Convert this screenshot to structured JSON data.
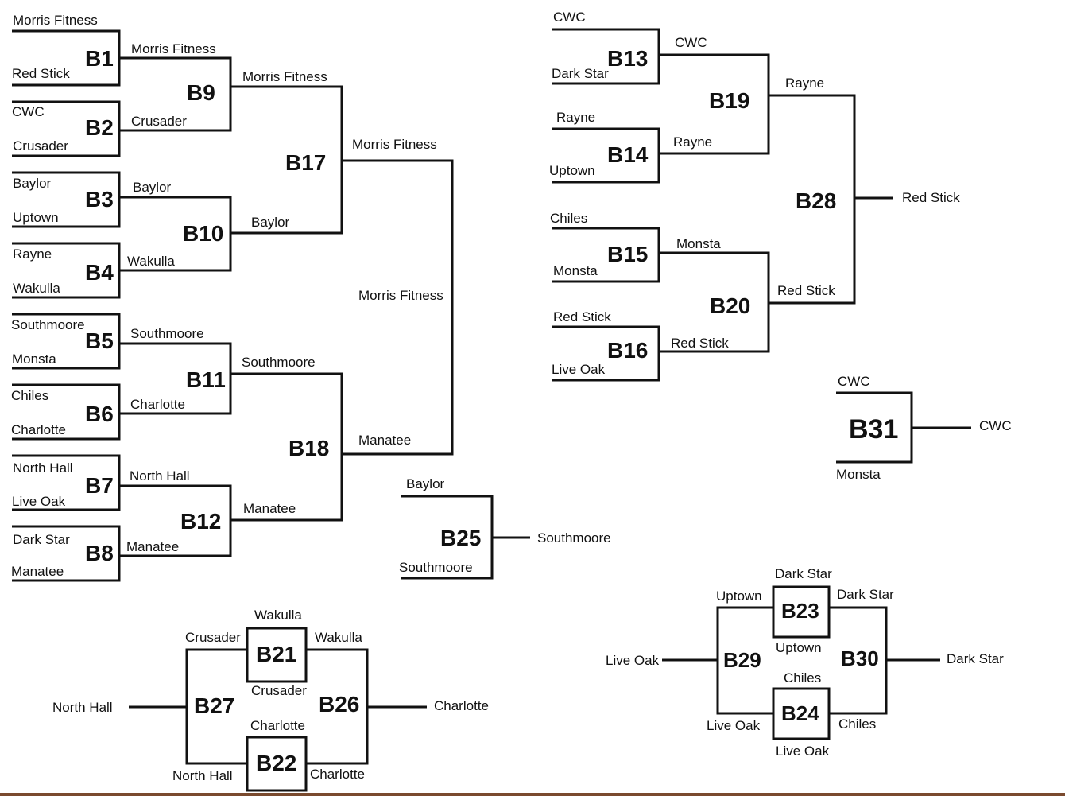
{
  "colors": {
    "line": "#111111",
    "background": "#ffffff",
    "bottom_bar": "#7a4a2e"
  },
  "games": {
    "B1": {
      "label": "B1",
      "top": "Morris Fitness",
      "bottom": "Red Stick",
      "winner": "Morris Fitness"
    },
    "B2": {
      "label": "B2",
      "top": "CWC",
      "bottom": "Crusader",
      "winner": "Crusader"
    },
    "B3": {
      "label": "B3",
      "top": "Baylor",
      "bottom": "Uptown",
      "winner": "Baylor"
    },
    "B4": {
      "label": "B4",
      "top": "Rayne",
      "bottom": "Wakulla",
      "winner": "Wakulla"
    },
    "B5": {
      "label": "B5",
      "top": "Southmoore",
      "bottom": "Monsta",
      "winner": "Southmoore"
    },
    "B6": {
      "label": "B6",
      "top": "Chiles",
      "bottom": "Charlotte",
      "winner": "Charlotte"
    },
    "B7": {
      "label": "B7",
      "top": "North Hall",
      "bottom": "Live Oak",
      "winner": "North Hall"
    },
    "B8": {
      "label": "B8",
      "top": "Dark Star",
      "bottom": "Manatee",
      "winner": "Manatee"
    },
    "B9": {
      "label": "B9",
      "winner": "Morris Fitness"
    },
    "B10": {
      "label": "B10",
      "winner": "Baylor"
    },
    "B11": {
      "label": "B11",
      "winner": "Southmoore"
    },
    "B12": {
      "label": "B12",
      "winner": "Manatee"
    },
    "B17": {
      "label": "B17",
      "winner": "Morris Fitness"
    },
    "B18": {
      "label": "B18",
      "winner": "Manatee"
    },
    "B13": {
      "label": "B13",
      "top": "CWC",
      "bottom": "Dark Star",
      "winner": "CWC"
    },
    "B14": {
      "label": "B14",
      "top": "Rayne",
      "bottom": "Uptown",
      "winner": "Rayne"
    },
    "B15": {
      "label": "B15",
      "top": "Chiles",
      "bottom": "Monsta",
      "winner": "Monsta"
    },
    "B16": {
      "label": "B16",
      "top": "Red Stick",
      "bottom": "Live Oak",
      "winner": "Red Stick"
    },
    "B19": {
      "label": "B19",
      "winner": "Rayne"
    },
    "B20": {
      "label": "B20",
      "winner": "Red Stick"
    },
    "B28": {
      "label": "B28",
      "winner": "Red Stick"
    },
    "B31": {
      "label": "B31",
      "top": "CWC",
      "bottom": "Monsta",
      "winner": "CWC"
    },
    "B25": {
      "label": "B25",
      "top": "Baylor",
      "bottom": "Southmoore",
      "winner": "Southmoore"
    },
    "B21": {
      "label": "B21",
      "top": "Wakulla",
      "left": "Crusader",
      "right": "Wakulla",
      "bottom": "Crusader"
    },
    "B22": {
      "label": "B22",
      "top": "Charlotte",
      "left": "North Hall",
      "right": "Charlotte"
    },
    "B27": {
      "label": "B27",
      "winner": "North Hall"
    },
    "B26": {
      "label": "B26",
      "winner": "Charlotte"
    },
    "B23": {
      "label": "B23",
      "top": "Dark Star",
      "left": "Uptown",
      "right": "Dark Star",
      "bottom": "Uptown"
    },
    "B24": {
      "label": "B24",
      "top": "Chiles",
      "left": "Live Oak",
      "right": "Chiles",
      "bottom": "Live Oak"
    },
    "B29": {
      "label": "B29",
      "winner": "Live Oak"
    },
    "B30": {
      "label": "B30",
      "winner": "Dark Star"
    }
  },
  "finals": {
    "left_semifinal_winner": "Morris Fitness"
  }
}
